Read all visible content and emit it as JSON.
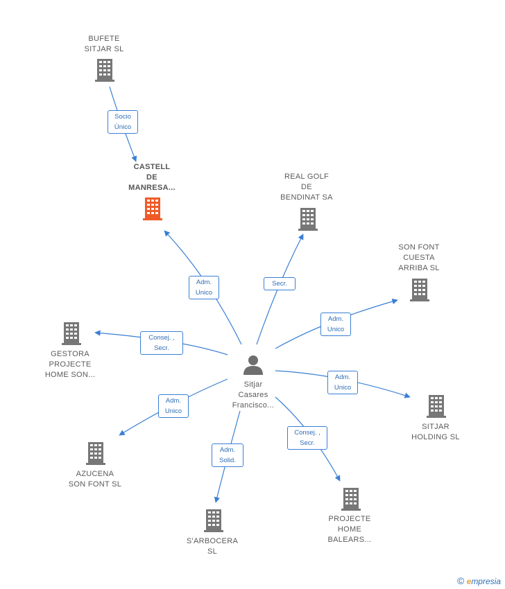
{
  "colors": {
    "edge": "#3a7fd5",
    "company": "#777777",
    "highlight": "#f05a28",
    "person": "#777777"
  },
  "nodes": {
    "bufete": "BUFETE\nSITJAR  SL",
    "castell": "CASTELL\nDE\nMANRESA...",
    "real_golf": "REAL GOLF\nDE\nBENDINAT SA",
    "son_font_cuesta": "SON FONT\nCUESTA\nARRIBA  SL",
    "gestora": "GESTORA\nPROJECTE\nHOME SON...",
    "sitjar_holding": "SITJAR\nHOLDING  SL",
    "azucena": "AZUCENA\nSON FONT  SL",
    "sarbocera": "S'ARBOCERA\nSL",
    "projecte_home": "PROJECTE\nHOME\nBALEARS...",
    "person": "Sitjar\nCasares\nFrancisco..."
  },
  "edges": {
    "bufete_castell": "Socio\nÚnico",
    "castell": "Adm.\nUnico",
    "real_golf": "Secr.",
    "son_font_cuesta": "Adm.\nUnico",
    "gestora": "Consej. ,\nSecr.",
    "sitjar_holding": "Adm.\nUnico",
    "azucena": "Adm.\nUnico",
    "sarbocera": "Adm.\nSolid.",
    "projecte_home": "Consej. ,\nSecr."
  },
  "footer": {
    "copyright": "©",
    "brand_initial": "e",
    "brand_rest": "mpresia"
  }
}
